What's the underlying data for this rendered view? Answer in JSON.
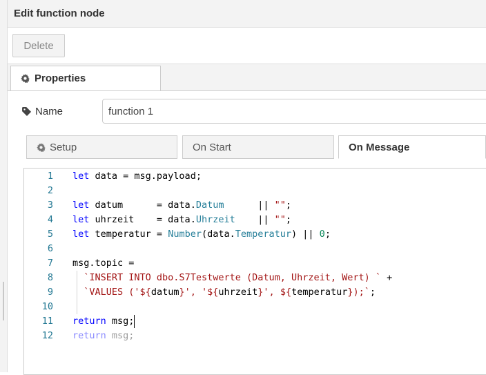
{
  "header": {
    "title": "Edit function node"
  },
  "toolbar": {
    "delete_label": "Delete"
  },
  "tabs": {
    "properties_label": "Properties"
  },
  "name_field": {
    "label": "Name",
    "value": "function 1"
  },
  "subtabs": {
    "setup": "Setup",
    "on_start": "On Start",
    "on_message": "On Message",
    "active": "on_message"
  },
  "editor": {
    "cursor": {
      "line": 11,
      "column": 12
    },
    "lines": [
      {
        "num": "1",
        "text": "let data = msg.payload;"
      },
      {
        "num": "2",
        "text": ""
      },
      {
        "num": "3",
        "text": "let datum      = data.Datum      || \"\";"
      },
      {
        "num": "4",
        "text": "let uhrzeit    = data.Uhrzeit    || \"\";"
      },
      {
        "num": "5",
        "text": "let temperatur = Number(data.Temperatur) || 0;"
      },
      {
        "num": "6",
        "text": ""
      },
      {
        "num": "7",
        "text": "msg.topic ="
      },
      {
        "num": "8",
        "text": "  `INSERT INTO dbo.S7Testwerte (Datum, Uhrzeit, Wert) ` +"
      },
      {
        "num": "9",
        "text": "  `VALUES ('${datum}', '${uhrzeit}', ${temperatur});`;"
      },
      {
        "num": "10",
        "text": ""
      },
      {
        "num": "11",
        "text": "return msg;"
      },
      {
        "num": "12",
        "text": "return msg;"
      }
    ]
  },
  "colors": {
    "keyword": "#0000ff",
    "property": "#267f99",
    "string": "#a31515",
    "number": "#098658",
    "line_number": "#237893",
    "dimmed": "#9c9c9c"
  }
}
